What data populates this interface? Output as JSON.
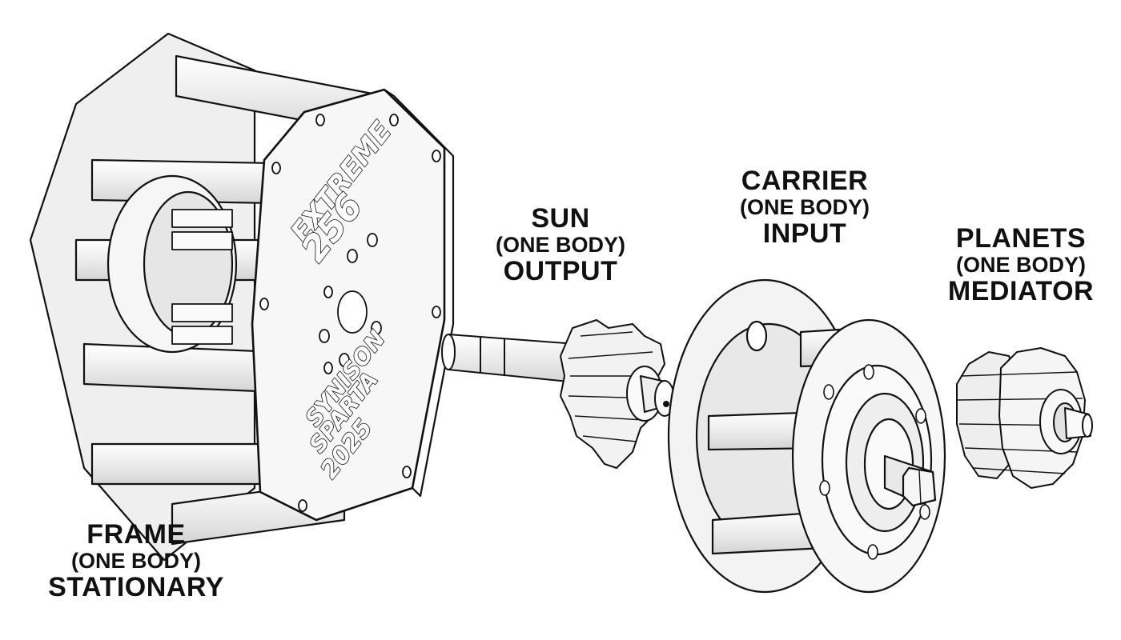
{
  "labels": {
    "frame": {
      "name": "FRAME",
      "sub": "(ONE BODY)",
      "role": "STATIONARY"
    },
    "sun": {
      "name": "SUN",
      "sub": "(ONE BODY)",
      "role": "OUTPUT"
    },
    "carrier": {
      "name": "CARRIER",
      "sub": "(ONE BODY)",
      "role": "INPUT"
    },
    "planets": {
      "name": "PLANETS",
      "sub": "(ONE BODY)",
      "role": "MEDIATOR"
    }
  },
  "engraving": {
    "line1": "EXTREME",
    "line2": "256",
    "line3": "SYNISON",
    "line4": "SPARTA",
    "line5": "2025"
  },
  "colors": {
    "ink": "#111111",
    "part": "#f4f4f4",
    "shade": "#dcdcdc",
    "background": "#ffffff"
  }
}
